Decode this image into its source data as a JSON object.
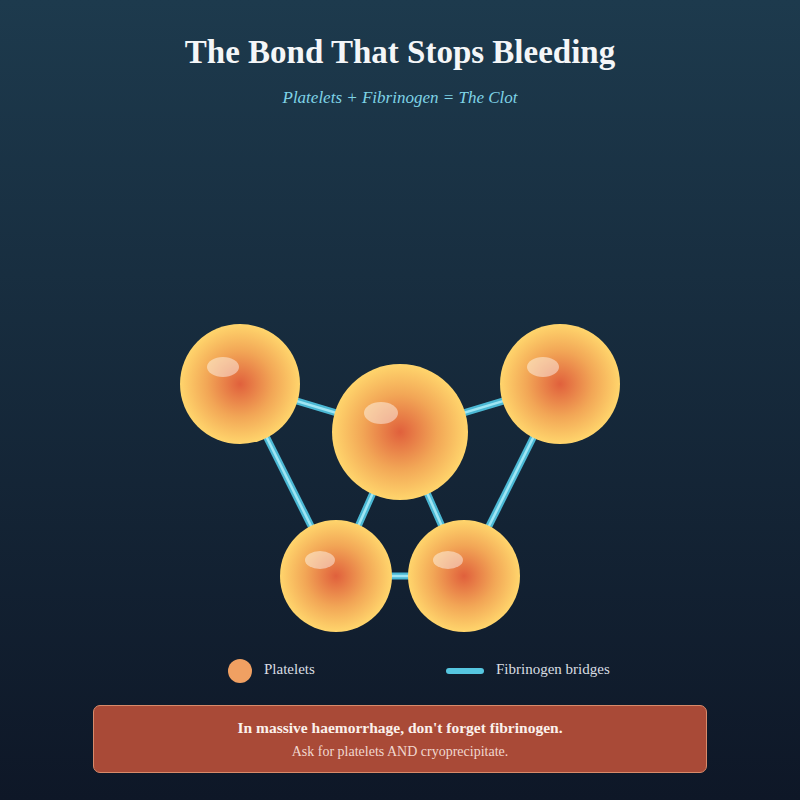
{
  "diagram": {
    "title": "The Bond That Stops Bleeding",
    "nodes": [
      {
        "text": [
          "In massive haemorrhage, don't forget fibrinogen.",
          "Ask for platelets AND cryoprecipitate."
        ]
      }
    ],
    "labels": [
      "Platelets + Fibrinogen = The Clot"
    ],
    "legend": [
      {
        "text": "Platelets",
        "color": "#f0a062"
      },
      {
        "text": "Fibrinogen bridges"
      }
    ]
  }
}
